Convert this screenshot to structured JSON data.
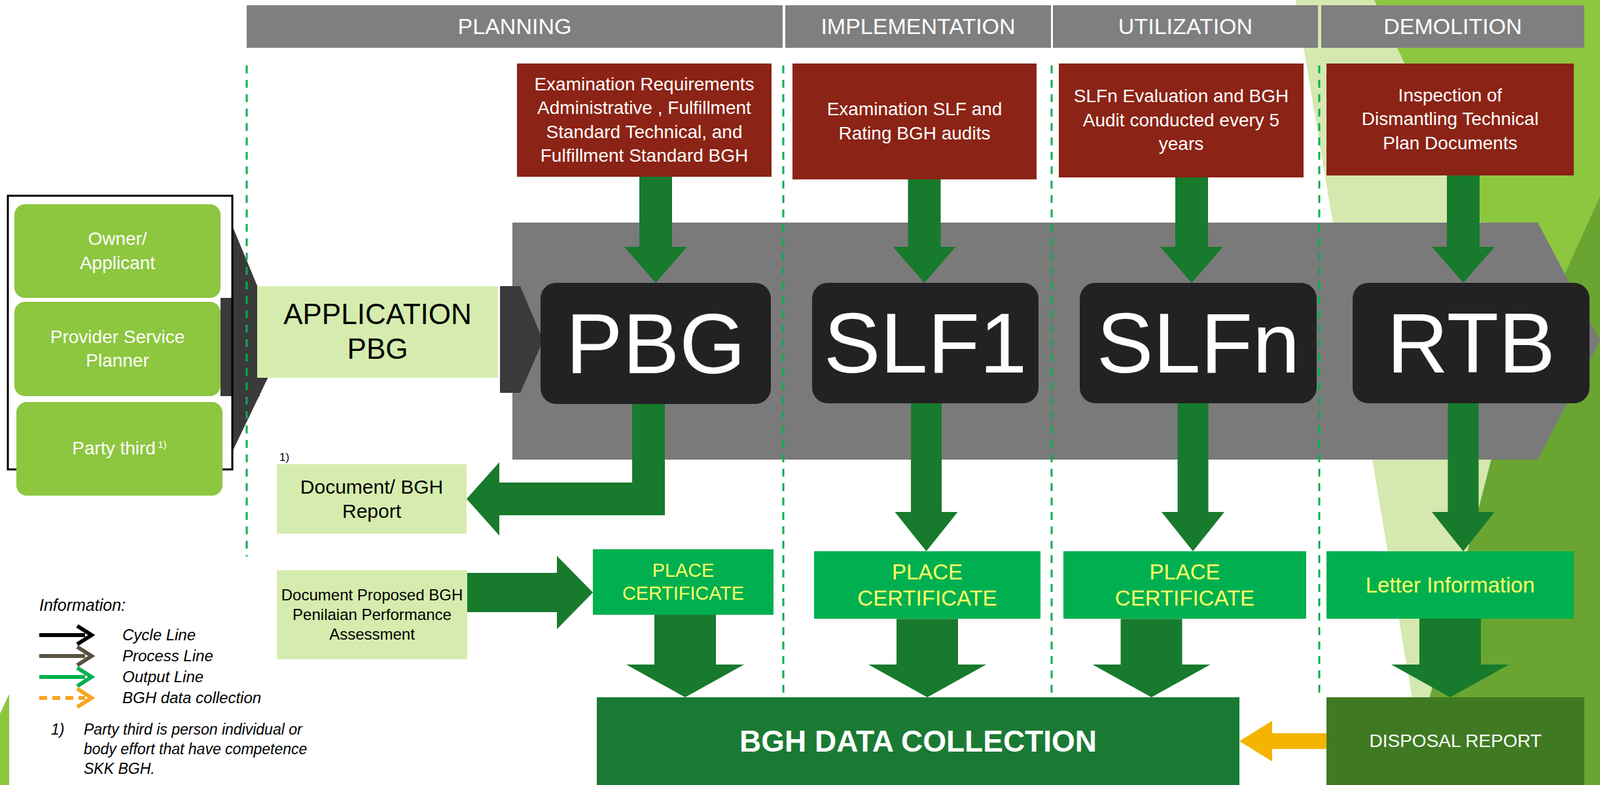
{
  "diagram": {
    "nodes": [
      {
        "text": [
          "PLANNING"
        ]
      },
      {
        "text": [
          "IMPLEMENTATION"
        ]
      },
      {
        "text": [
          "UTILIZATION"
        ]
      },
      {
        "text": [
          "DEMOLITION"
        ]
      },
      {
        "text": [
          "Owner/ Applicant"
        ]
      },
      {
        "text": [
          "Provider Service Planner"
        ]
      },
      {
        "text": [
          "Party third",
          "1)"
        ]
      },
      {
        "text": [
          "APPLICATION PBG"
        ]
      },
      {
        "text": [
          "Examination Requirements Administrative , Fulfillment Standard Technical, and Fulfillment Standard BGH"
        ]
      },
      {
        "text": [
          "Examination SLF and Rating BGH audits"
        ]
      },
      {
        "text": [
          "SLFn Evaluation and BGH Audit conducted every 5 years"
        ]
      },
      {
        "text": [
          "Inspection of Dismantling Technical Plan Documents"
        ]
      },
      {
        "text": [
          "PBG"
        ]
      },
      {
        "text": [
          "SLF1"
        ]
      },
      {
        "text": [
          "SLFn"
        ]
      },
      {
        "text": [
          "RTB"
        ]
      },
      {
        "text": [
          "Document/ BGH Report"
        ]
      },
      {
        "text": [
          "Document Proposed BGH",
          "Penilaian Performance Assessment"
        ]
      },
      {
        "text": [
          "PLACE CERTIFICATE"
        ]
      },
      {
        "text": [
          "PLACE CERTIFICATE"
        ]
      },
      {
        "text": [
          "PLACE CERTIFICATE"
        ]
      },
      {
        "text": [
          "Letter Information"
        ]
      },
      {
        "text": [
          "BGH DATA COLLECTION"
        ]
      },
      {
        "text": [
          "DISPOSAL REPORT"
        ]
      }
    ],
    "edges": [
      {
        "from": 8,
        "to": 12,
        "arrow": "to"
      },
      {
        "from": 9,
        "to": 13,
        "arrow": "to"
      },
      {
        "from": 10,
        "to": 14,
        "arrow": "to"
      },
      {
        "from": 11,
        "to": 15,
        "arrow": "to"
      },
      {
        "from": 12,
        "to": 16,
        "arrow": "to"
      },
      {
        "from": 17,
        "to": 18,
        "arrow": "to"
      },
      {
        "from": 13,
        "to": 19,
        "arrow": "to"
      },
      {
        "from": 14,
        "to": 20,
        "arrow": "to"
      },
      {
        "from": 15,
        "to": 21,
        "arrow": "to"
      },
      {
        "from": 18,
        "to": 22,
        "arrow": "to"
      },
      {
        "from": 19,
        "to": 22,
        "arrow": "to"
      },
      {
        "from": 20,
        "to": 22,
        "arrow": "to"
      },
      {
        "from": 21,
        "to": 23,
        "arrow": "to"
      },
      {
        "from": 23,
        "to": 22,
        "arrow": "to"
      }
    ],
    "labels": [
      "1)",
      "Information:",
      "1)",
      "Party third is person individual or body effort that have competence SKK BGH."
    ],
    "legend": [
      {
        "text": "Cycle Line"
      },
      {
        "text": "Process Line"
      },
      {
        "text": "Output Line"
      },
      {
        "text": "BGH data collection"
      }
    ]
  }
}
